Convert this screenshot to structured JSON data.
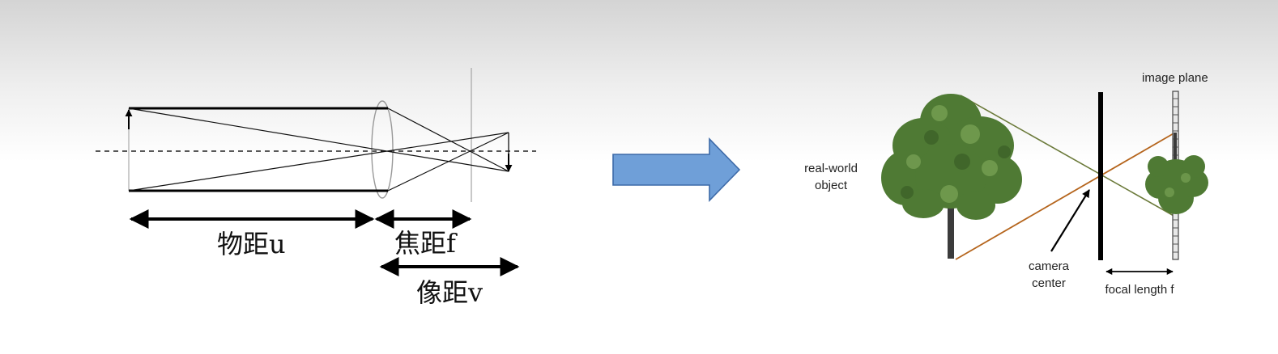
{
  "lens_diagram": {
    "object_distance_label": "物距u",
    "focal_length_label": "焦距f",
    "image_distance_label": "像距v"
  },
  "pinhole_diagram": {
    "image_plane_label": "image plane",
    "object_label_line1": "real-world",
    "object_label_line2": "object",
    "camera_center_line1": "camera",
    "camera_center_line2": "center",
    "focal_length_label": "focal length f"
  },
  "colors": {
    "arrow_fill": "#6f9fd8",
    "arrow_stroke": "#3d6aa8",
    "ray_green": "#6b7a3a",
    "ray_orange": "#b5651d",
    "tree_foliage": "#4f7a34"
  }
}
